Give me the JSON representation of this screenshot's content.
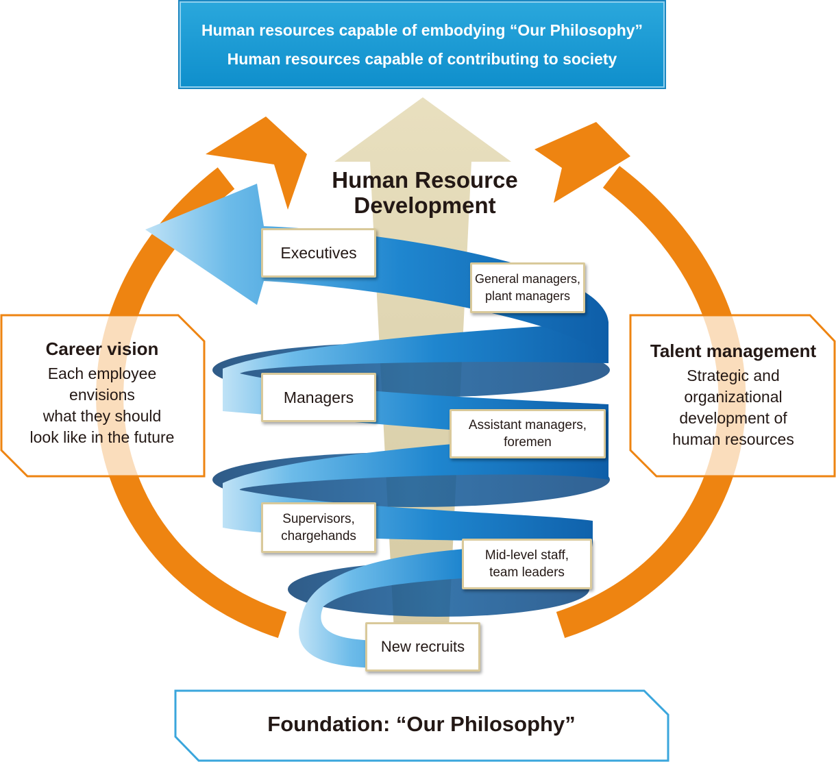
{
  "top_banner": {
    "line1": "Human resources capable of embodying “Our Philosophy”",
    "line2": "Human resources capable of contributing to society"
  },
  "center_title": {
    "line1": "Human Resource",
    "line2": "Development"
  },
  "levels": {
    "executives": "Executives",
    "general_managers": [
      "General managers,",
      "plant managers"
    ],
    "managers": "Managers",
    "assistant_managers": [
      "Assistant managers,",
      "foremen"
    ],
    "supervisors": [
      "Supervisors,",
      "chargehands"
    ],
    "mid_level": [
      "Mid-level staff,",
      "team leaders"
    ],
    "new_recruits": "New recruits"
  },
  "career_vision": {
    "title": "Career vision",
    "lines": [
      "Each employee",
      "envisions",
      "what they should",
      "look like in the future"
    ]
  },
  "talent_management": {
    "title": "Talent management",
    "lines": [
      "Strategic and",
      "organizational",
      "development of",
      "human resources"
    ]
  },
  "foundation": "Foundation: “Our Philosophy”",
  "colors": {
    "orange": "#ee8411",
    "blue": "#1f86cf",
    "blue_dark": "#0d4f8c",
    "beige_arrow": "#e2d6ad",
    "box_border": "#d9c99a",
    "banner": "#1c9bd6",
    "foundation_border": "#3aa6dc"
  }
}
